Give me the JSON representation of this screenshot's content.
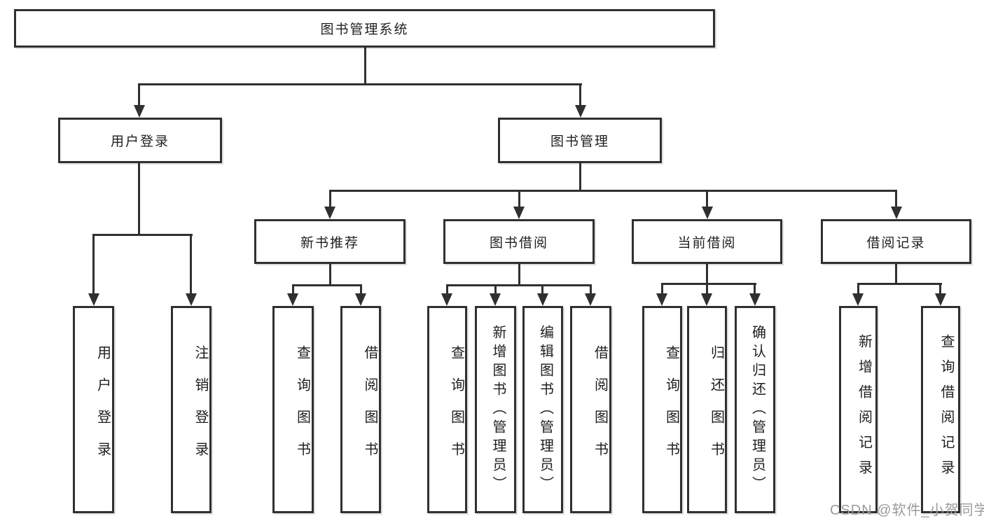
{
  "title_node": "图书管理系统",
  "level2": [
    "用户登录",
    "图书管理"
  ],
  "level3": [
    "新书推荐",
    "图书借阅",
    "当前借阅",
    "借阅记录"
  ],
  "leaves": {
    "user_login": [
      "用户登录",
      "注销登录"
    ],
    "new_book_recommend": [
      "查询图书",
      "借阅图书"
    ],
    "book_borrow": [
      "查询图书",
      "新增图书（管理员）",
      "编辑图书（管理员）",
      "借阅图书"
    ],
    "current_borrow": [
      "查询图书",
      "归还图书",
      "确认归还（管理员）"
    ],
    "borrow_records": [
      "新增借阅记录",
      "查询借阅记录"
    ]
  },
  "watermark": "CSDN @软件_小贺同学",
  "colors": {
    "line": "#303030",
    "text": "#1f1f1f",
    "watermark_text": "#9b9b9b",
    "box_background": "#ffffff"
  }
}
